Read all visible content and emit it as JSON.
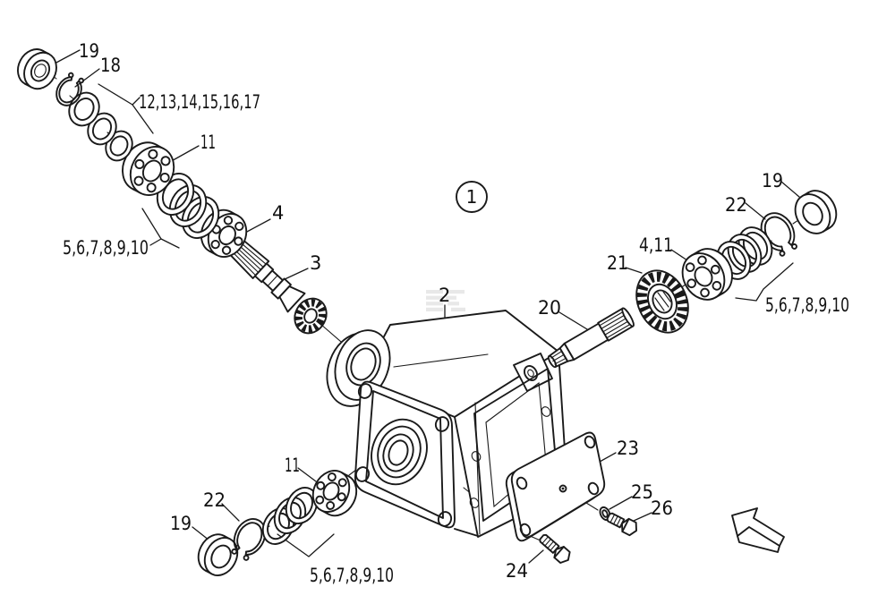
{
  "diagram": {
    "type": "exploded-parts-diagram",
    "colors": {
      "line": "#1a1a1a",
      "background": "#ffffff",
      "watermark": "#dadada"
    },
    "balloon": "1",
    "labels": {
      "seal_top": "19",
      "snap_ring_top": "18",
      "shim_group": "12,13,14,15,16,17",
      "bearing_top": "11",
      "ring_group_left": "5,6,7,8,9,10",
      "bearing_front": "4",
      "pinion_shaft": "3",
      "housing": "2",
      "output_shaft": "20",
      "bevel_gear": "21",
      "bearing_right": "4,11",
      "snap_ring_right": "22",
      "seal_right": "19",
      "ring_group_right": "5,6,7,8,9,10",
      "bearing_bottom": "11",
      "snap_ring_bottom": "22",
      "seal_bottom": "19",
      "ring_group_bottom": "5,6,7,8,9,10",
      "cover_plate": "23",
      "bolt_cover": "24",
      "lock_washer": "25",
      "bolt_side": "26"
    }
  }
}
